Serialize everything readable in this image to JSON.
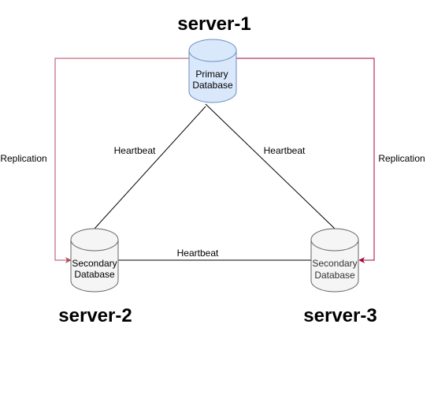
{
  "nodes": {
    "primary": {
      "server": "server-1",
      "label_line1": "Primary",
      "label_line2": "Database",
      "fill": "#dae8fc",
      "stroke": "#6c8ebf",
      "text_color": "#000000"
    },
    "secondary_left": {
      "server": "server-2",
      "label_line1": "Secondary",
      "label_line2": "Database",
      "fill": "#f5f5f5",
      "stroke": "#666666",
      "text_color": "#000000"
    },
    "secondary_right": {
      "server": "server-3",
      "label_line1": "Secondary",
      "label_line2": "Database",
      "fill": "#f5f5f5",
      "stroke": "#666666",
      "text_color": "#333333"
    }
  },
  "edges": {
    "heartbeat_left": "Heartbeat",
    "heartbeat_right": "Heartbeat",
    "heartbeat_bottom": "Heartbeat",
    "replication_left": "Replication",
    "replication_right": "Replication"
  },
  "colors": {
    "replication_left": "#b5485f",
    "replication_right": "#a50040",
    "heartbeat": "#000000"
  }
}
